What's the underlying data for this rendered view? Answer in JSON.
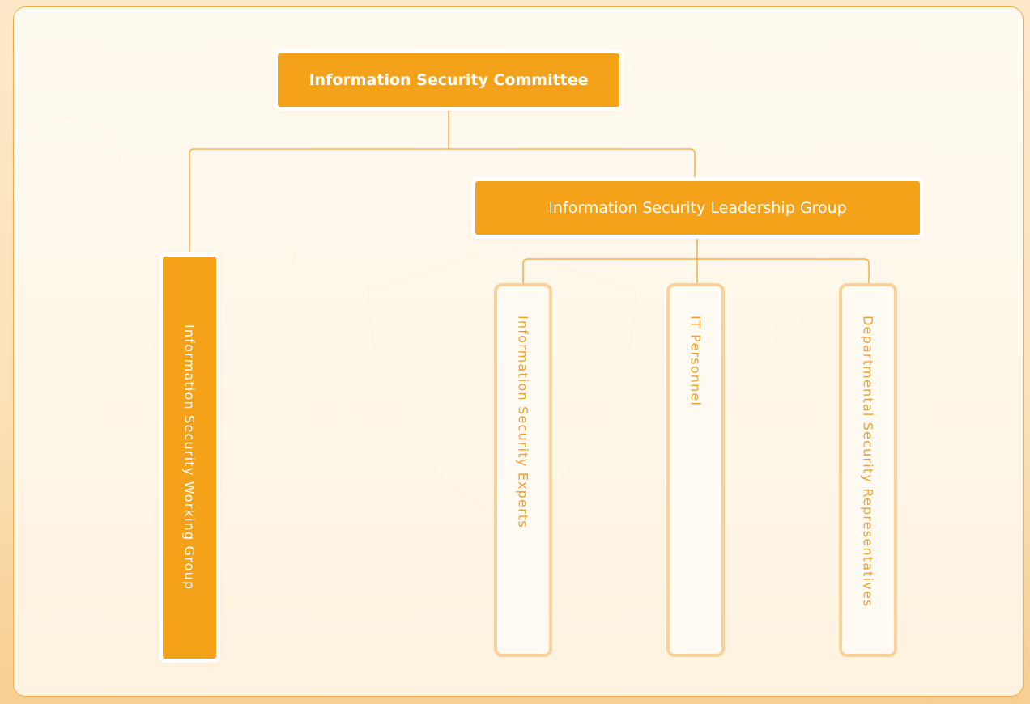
{
  "diagram": {
    "root": {
      "label": "Information Security Committee"
    },
    "children": [
      {
        "label": "Information Security Working Group"
      },
      {
        "label": "Information Security Leadership Group",
        "children": [
          {
            "label": "Information Security Experts"
          },
          {
            "label": "IT Personnel"
          },
          {
            "label": "Departmental Security Representatives"
          }
        ]
      }
    ]
  },
  "colors": {
    "accent": "#f4a219",
    "box_outline": "#f8d29a",
    "outline_text": "#f0a030",
    "connector": "#f3b04a",
    "panel_border": "#f3b04a"
  },
  "background_icons": [
    "chart-icon",
    "shield-icon",
    "user-icon",
    "lightbulb-icon",
    "circuit-lines"
  ]
}
